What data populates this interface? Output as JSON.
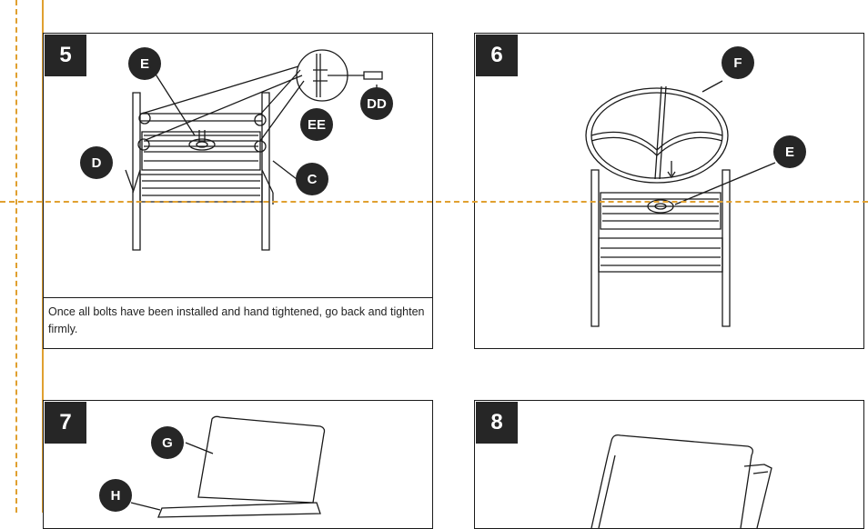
{
  "steps": [
    {
      "number": "5",
      "caption": "Once all bolts have been installed and hand tightened, go back and tighten firmly.",
      "callouts": [
        "E",
        "EE",
        "DD",
        "D",
        "C"
      ]
    },
    {
      "number": "6",
      "callouts": [
        "F",
        "E"
      ]
    },
    {
      "number": "7",
      "callouts": [
        "G",
        "H"
      ]
    },
    {
      "number": "8",
      "callouts": []
    }
  ],
  "colors": {
    "guide": "#e0a030",
    "badge_bg": "#262626",
    "line": "#1a1a1a"
  }
}
